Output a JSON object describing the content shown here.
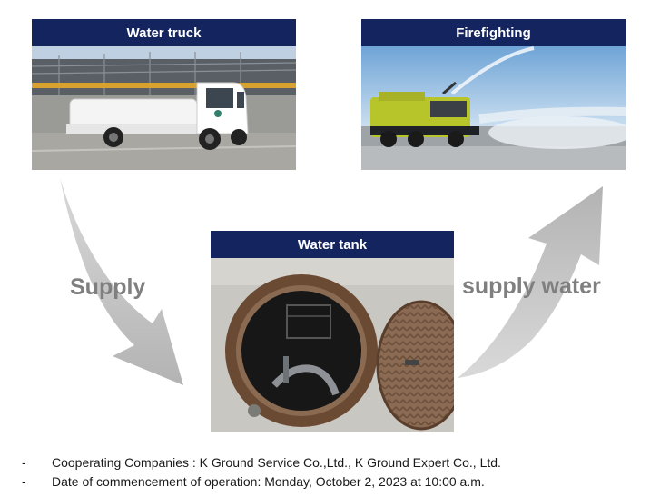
{
  "panels": {
    "truck": {
      "title": "Water truck"
    },
    "fire": {
      "title": "Firefighting"
    },
    "tank": {
      "title": "Water tank"
    }
  },
  "flows": {
    "supply": "Supply",
    "supply_water": "supply water"
  },
  "notes": [
    {
      "bullet": "-",
      "text": "Cooperating Companies : K Ground Service Co.,Ltd., K Ground Expert Co., Ltd."
    },
    {
      "bullet": "-",
      "text": "Date of commencement of operation: Monday, October 2, 2023 at 10:00 a.m."
    }
  ],
  "colors": {
    "header": "#13245e",
    "arrow": "#bfbfbf",
    "label": "#7f7f7f"
  }
}
